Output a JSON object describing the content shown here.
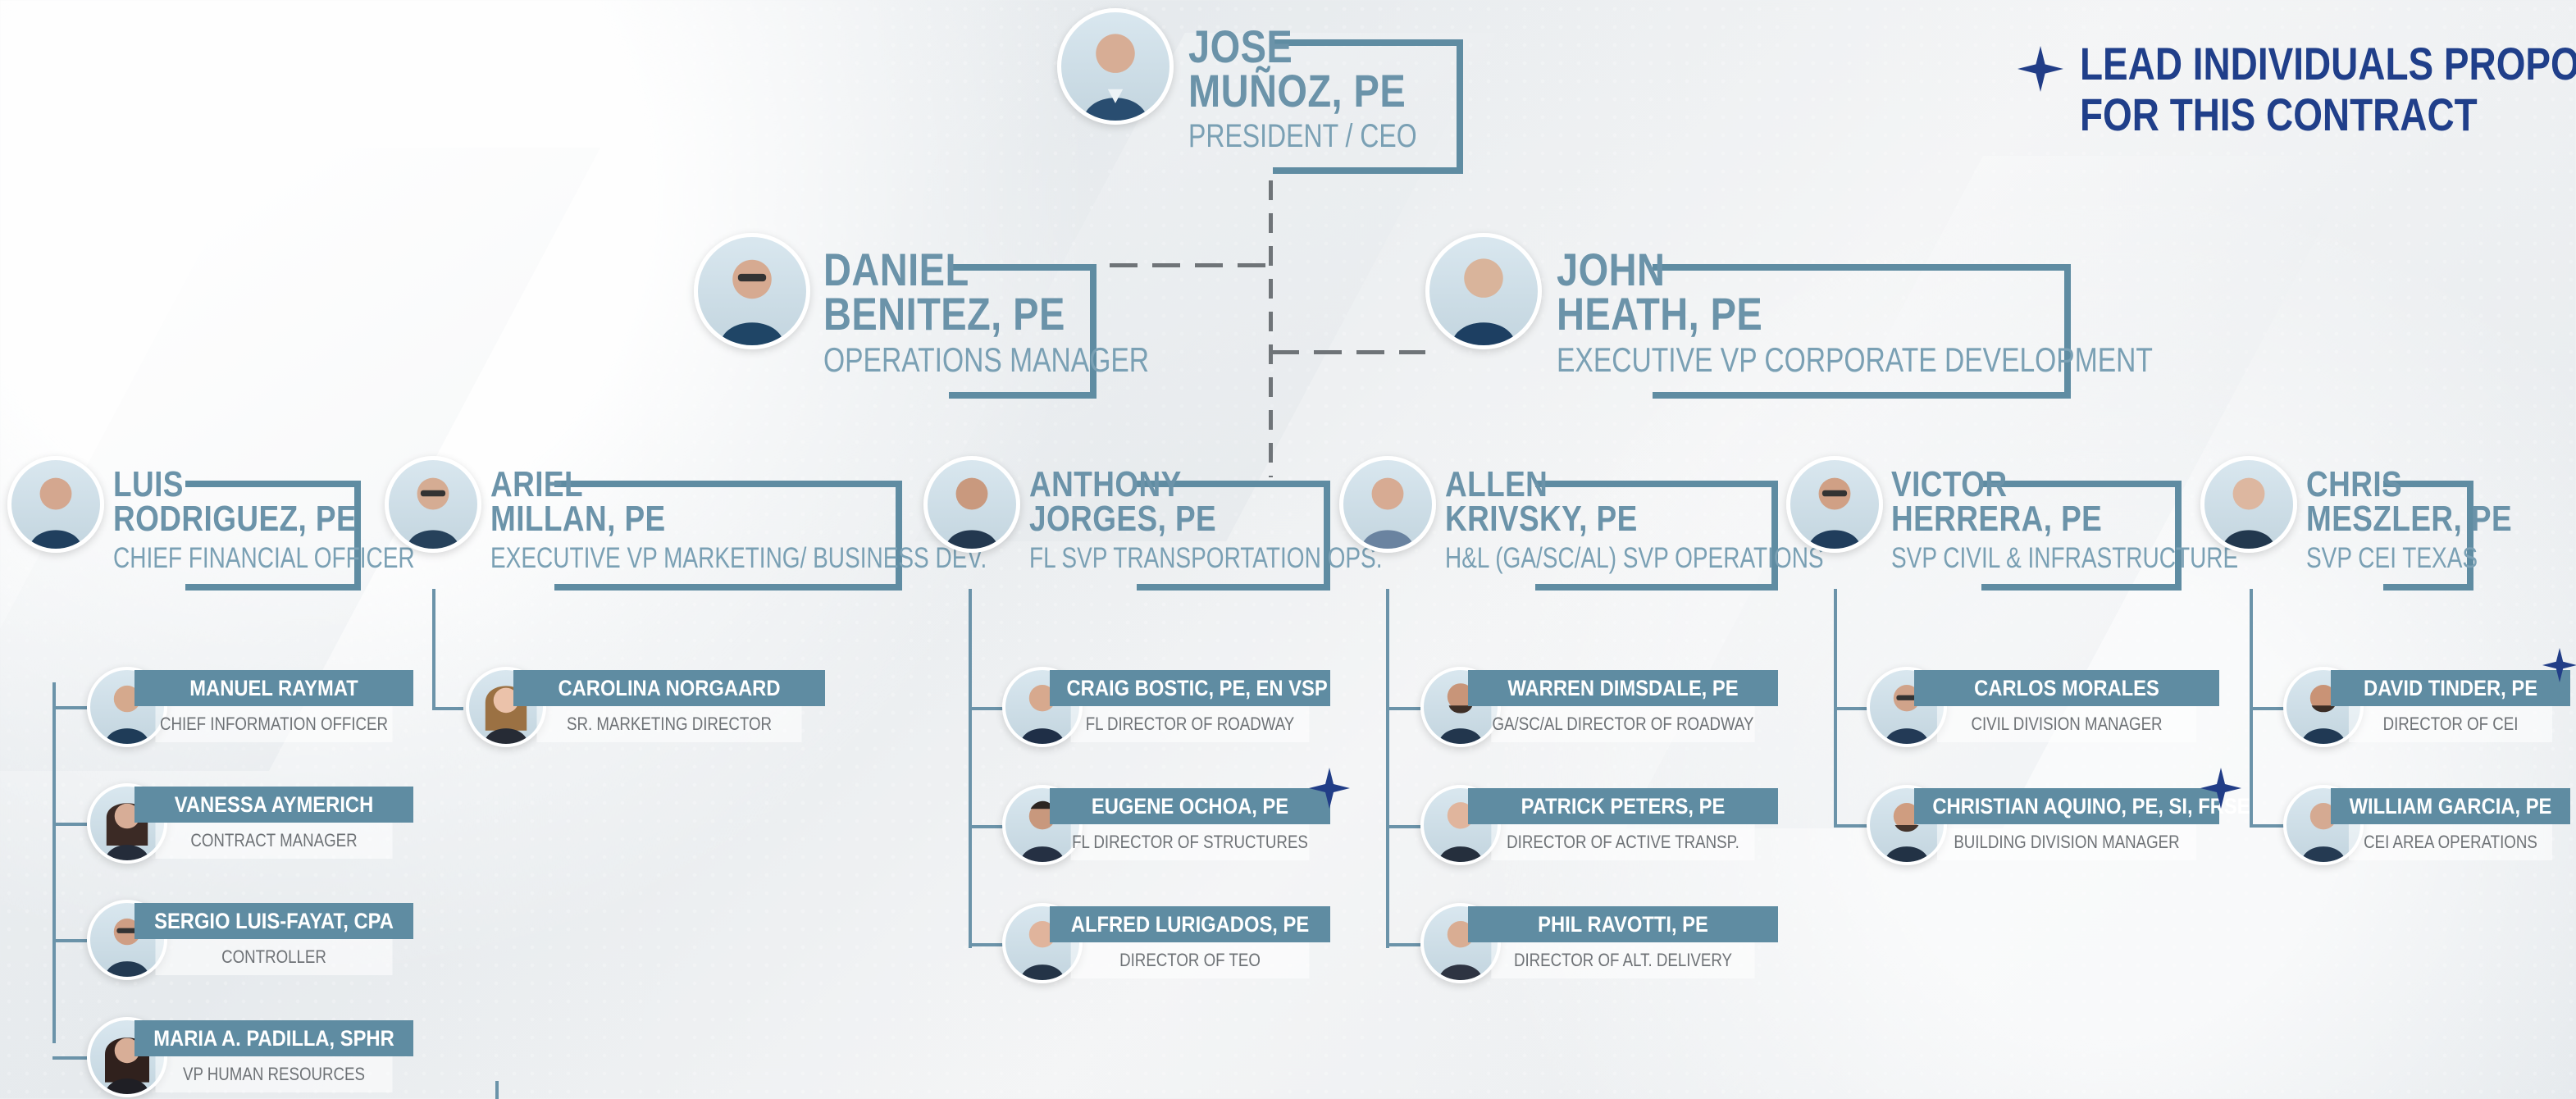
{
  "legend": {
    "line1": "LEAD INDIVIDUALS PROPOSED",
    "line2": "FOR THIS CONTRACT"
  },
  "ceo": {
    "name_line1": "JOSE",
    "name_line2": "MUÑOZ, PE",
    "title": "PRESIDENT / CEO"
  },
  "managers": {
    "daniel": {
      "name_line1": "DANIEL",
      "name_line2": "BENITEZ, PE",
      "title": "OPERATIONS MANAGER"
    },
    "john": {
      "name_line1": "JOHN",
      "name_line2": "HEATH, PE",
      "title": "EXECUTIVE VP CORPORATE DEVELOPMENT"
    }
  },
  "executives": [
    {
      "name_line1": "LUIS",
      "name_line2": "RODRIGUEZ, PE",
      "title": "CHIEF FINANCIAL OFFICER"
    },
    {
      "name_line1": "ARIEL",
      "name_line2": "MILLAN, PE",
      "title": "EXECUTIVE VP MARKETING/ BUSINESS DEV."
    },
    {
      "name_line1": "ANTHONY",
      "name_line2": "JORGES, PE",
      "title": "FL SVP TRANSPORTATION OPS."
    },
    {
      "name_line1": "ALLEN",
      "name_line2": "KRIVSKY, PE",
      "title": "H&L (GA/SC/AL) SVP OPERATIONS"
    },
    {
      "name_line1": "VICTOR",
      "name_line2": "HERRERA, PE",
      "title": "SVP CIVIL & INFRASTRUCTURE"
    },
    {
      "name_line1": "CHRIS",
      "name_line2": "MESZLER, PE",
      "title": "SVP CEI TEXAS"
    }
  ],
  "reports": {
    "luis": [
      {
        "name": "MANUEL RAYMAT",
        "title": "CHIEF INFORMATION OFFICER"
      },
      {
        "name": "VANESSA AYMERICH",
        "title": "CONTRACT MANAGER"
      },
      {
        "name": "SERGIO LUIS-FAYAT, CPA",
        "title": "CONTROLLER"
      },
      {
        "name": "MARIA A. PADILLA, SPHR",
        "title": "VP HUMAN RESOURCES"
      }
    ],
    "ariel": [
      {
        "name": "CAROLINA NORGAARD",
        "title": "SR. MARKETING DIRECTOR"
      }
    ],
    "anthony": [
      {
        "name": "CRAIG BOSTIC, PE, EN VSP",
        "title": "FL DIRECTOR OF ROADWAY"
      },
      {
        "name": "EUGENE OCHOA, PE",
        "title": "FL DIRECTOR OF STRUCTURES"
      },
      {
        "name": "ALFRED LURIGADOS, PE",
        "title": "DIRECTOR OF TEO"
      }
    ],
    "allen": [
      {
        "name": "WARREN DIMSDALE, PE",
        "title": "GA/SC/AL DIRECTOR OF ROADWAY"
      },
      {
        "name": "PATRICK PETERS, PE",
        "title": "DIRECTOR OF ACTIVE TRANSP."
      },
      {
        "name": "PHIL RAVOTTI, PE",
        "title": "DIRECTOR OF ALT. DELIVERY"
      }
    ],
    "victor": [
      {
        "name": "CARLOS MORALES",
        "title": "CIVIL DIVISION MANAGER"
      },
      {
        "name": "CHRISTIAN AQUINO, PE, SI, FRSE",
        "title": "BUILDING DIVISION MANAGER"
      }
    ],
    "chris": [
      {
        "name": "DAVID TINDER, PE",
        "title": "DIRECTOR OF CEI"
      },
      {
        "name": "WILLIAM GARCIA, PE",
        "title": "CEI AREA OPERATIONS"
      }
    ]
  }
}
